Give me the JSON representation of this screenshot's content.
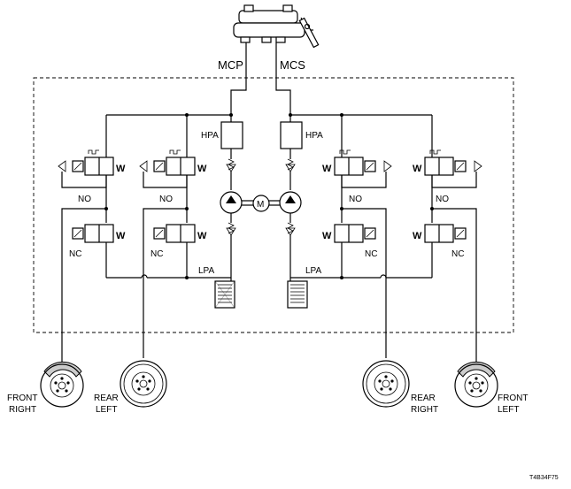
{
  "labels": {
    "mcp": "MCP",
    "mcs": "MCS",
    "hpa": "HPA",
    "lpa": "LPA",
    "no": "NO",
    "nc": "NC",
    "w": "W",
    "motor": "M",
    "front_right": [
      "FRONT",
      "RIGHT"
    ],
    "rear_left": [
      "REAR",
      "LEFT"
    ],
    "rear_right": [
      "REAR",
      "RIGHT"
    ],
    "front_left": [
      "FRONT",
      "LEFT"
    ],
    "figure_code": "T4B34F75"
  }
}
